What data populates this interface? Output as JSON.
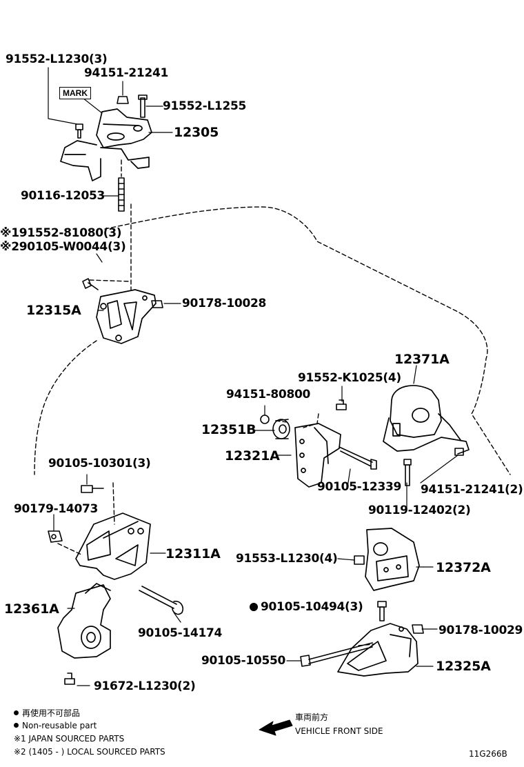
{
  "parts": {
    "p91552_L1230": "91552-L1230(3)",
    "p94151_21241": "94151-21241",
    "p91552_L1255": "91552-L1255",
    "p12305": "12305",
    "p90116_12053": "90116-12053",
    "p91552_81080": "※191552-81080(3)",
    "p90105_W0044": "※290105-W0044(3)",
    "p12315A": "12315A",
    "p90178_10028": "90178-10028",
    "p12371A": "12371A",
    "p91552_K1025": "91552-K1025(4)",
    "p94151_80800": "94151-80800",
    "p12351B": "12351B",
    "p12321A": "12321A",
    "p90105_12339": "90105-12339",
    "p94151_21241_2": "94151-21241(2)",
    "p90119_12402": "90119-12402(2)",
    "p90105_10301": "90105-10301(3)",
    "p90179_14073": "90179-14073",
    "p12311A": "12311A",
    "p91553_L1230": "91553-L1230(4)",
    "p12372A": "12372A",
    "p12361A": "12361A",
    "p90105_10494": "90105-10494(3)",
    "p90105_14174": "90105-14174",
    "p90178_10029": "90178-10029",
    "p90105_10550": "90105-10550",
    "p12325A": "12325A",
    "p91672_L1230": "91672-L1230(2)"
  },
  "mark_label": "MARK",
  "legend": {
    "nonreusable_ja": "再使用不可部品",
    "nonreusable_en": "Non-reusable part",
    "japan_sourced": "※1 JAPAN SOURCED PARTS",
    "local_sourced": "※2 (1405 -        ) LOCAL SOURCED PARTS"
  },
  "front": {
    "ja": "車両前方",
    "en": "VEHICLE FRONT SIDE"
  },
  "illustration_code": "11G266B"
}
